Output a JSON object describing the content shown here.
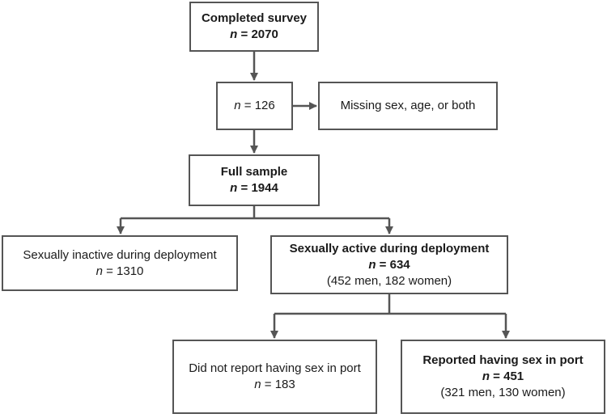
{
  "nodes": {
    "completed": {
      "title": "Completed survey",
      "n_label": "n",
      "n_value": " = 2070"
    },
    "excluded": {
      "n_label": "n",
      "n_value": " = 126"
    },
    "missing": {
      "text": "Missing sex, age, or both"
    },
    "full": {
      "title": "Full sample",
      "n_label": "n",
      "n_value": " = 1944"
    },
    "inactive": {
      "text": "Sexually inactive during deployment",
      "n_label": "n",
      "n_value": " = 1310"
    },
    "active": {
      "title": "Sexually active during deployment",
      "n_label": "n",
      "n_value": " = 634",
      "detail": "(452 men, 182 women)"
    },
    "no_port": {
      "text": "Did not report having sex in port",
      "n_label": "n",
      "n_value": " = 183"
    },
    "port": {
      "title": "Reported having sex in port",
      "n_label": "n",
      "n_value": " = 451",
      "detail": "(321 men, 130 women)"
    }
  },
  "colors": {
    "line": "#555555",
    "border": "#555555"
  }
}
